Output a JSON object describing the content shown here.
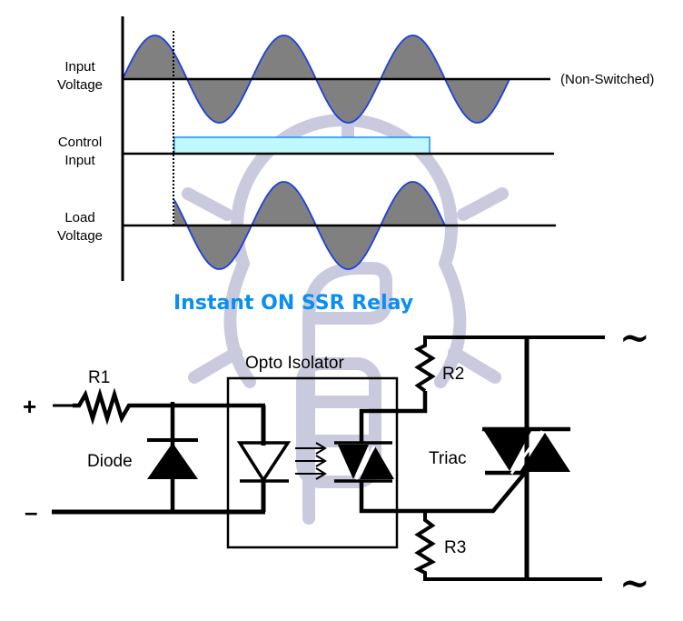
{
  "diagram": {
    "title": "Instant ON SSR Relay",
    "colors": {
      "title": "#0a8ff0",
      "wave_fill": "#808080",
      "wave_stroke": "#1a3fe0",
      "control_fill": "#bff9fd",
      "control_stroke": "#1a8cf0",
      "watermark": "#c8c8dd",
      "line": "#000000"
    },
    "timing": {
      "rows": [
        {
          "id": "input",
          "label_line1": "Input",
          "label_line2": "Voltage"
        },
        {
          "id": "control",
          "label_line1": "Control",
          "label_line2": "Input"
        },
        {
          "id": "load",
          "label_line1": "Load",
          "label_line2": "Voltage"
        }
      ],
      "input_note": "(Non-Switched)",
      "input_wave": {
        "start_cycle": 0,
        "end_cycle": 3.0
      },
      "control_on": {
        "start_cycle": 0.4,
        "end_cycle": 2.38
      },
      "load_wave": {
        "start_cycle": 0.4,
        "end_cycle": 2.5
      }
    },
    "circuit": {
      "plus": "+",
      "minus": "–",
      "r1": "R1",
      "r2": "R2",
      "r3": "R3",
      "diode": "Diode",
      "opto": "Opto Isolator",
      "triac": "Triac",
      "ac_top": "~",
      "ac_bottom": "~"
    }
  }
}
